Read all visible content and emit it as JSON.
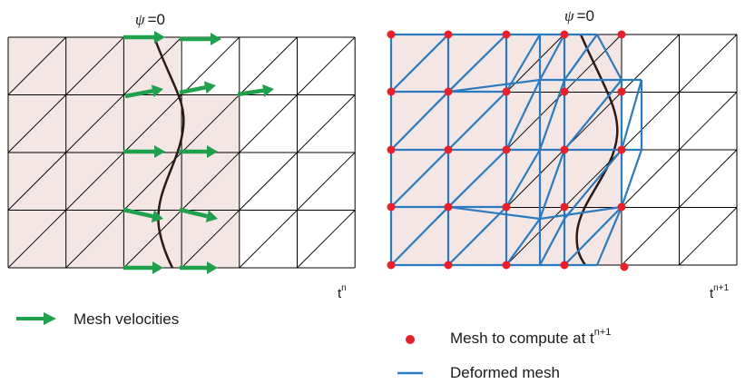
{
  "left_panel": {
    "psi_symbol": "ψ",
    "psi_value": "=0",
    "time_base": "t",
    "time_sup": "n"
  },
  "right_panel": {
    "psi_symbol": "ψ",
    "psi_value": "=0",
    "time_base": "t",
    "time_sup": "n+1"
  },
  "legend": {
    "mesh_velocities": "Mesh velocities",
    "mesh_to_compute_prefix": "Mesh to  compute at t",
    "mesh_to_compute_sup": "n+1",
    "deformed_mesh": "Deformed mesh"
  },
  "colors": {
    "velocity_arrow": "#1fa04a",
    "mesh_node": "#e8202a",
    "deformed_mesh": "#2a7bc0",
    "shaded_region": "#f3e6e4",
    "mesh_line": "#000000",
    "interface_curve": "#2b1b14"
  }
}
